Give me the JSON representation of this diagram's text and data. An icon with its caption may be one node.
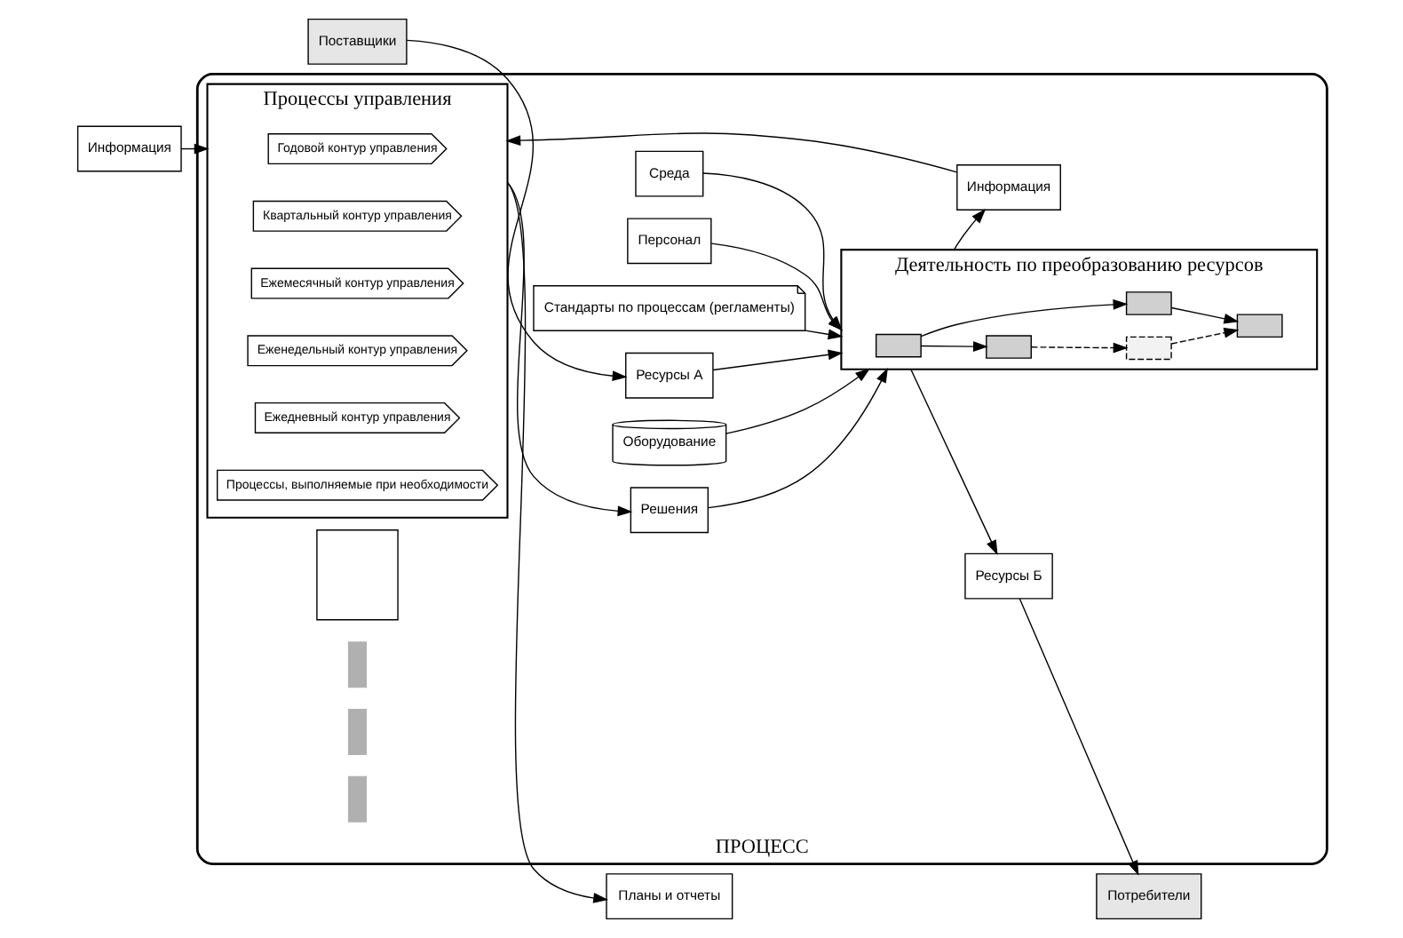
{
  "diagram": {
    "nodes": [
      {
        "text": [
          "ПРОЦЕСС"
        ]
      },
      {
        "text": [
          "Информация"
        ]
      },
      {
        "text": [
          "Процессы управления"
        ],
        "in": 0
      },
      {
        "text": [
          "Годовой контур управления"
        ],
        "in": 2
      },
      {
        "text": [
          "Квартальный контур управления"
        ],
        "in": 2
      },
      {
        "text": [
          "Ежемесячный контур управления"
        ],
        "in": 2
      },
      {
        "text": [
          "Еженедельный контур управления"
        ],
        "in": 2
      },
      {
        "text": [
          "Ежедневный контур управления"
        ],
        "in": 2
      },
      {
        "text": [
          "Процессы, выполняемые при необходимости"
        ],
        "in": 2
      },
      {
        "text": [
          "Планы и отчеты"
        ]
      },
      {
        "text": [
          "Информация"
        ],
        "in": 0
      },
      {
        "text": [
          "Решения"
        ],
        "in": 0
      },
      {
        "text": [
          "Поставщики"
        ]
      },
      {
        "text": [
          "Ресурсы А"
        ],
        "in": 0
      },
      {
        "text": [
          "Деятельность по преобразованию ресурсов"
        ],
        "in": 0
      },
      {
        "text": [],
        "shape": "box",
        "in": 14
      },
      {
        "text": [],
        "shape": "box",
        "in": 14
      },
      {
        "text": [],
        "shape": "box",
        "in": 14
      },
      {
        "text": [],
        "shape": "box",
        "in": 14
      },
      {
        "text": [],
        "shape": "box",
        "in": 14
      },
      {
        "text": [
          "Ресурсы Б"
        ],
        "in": 0
      },
      {
        "text": [
          "Потребители"
        ]
      },
      {
        "text": [],
        "shape": "box",
        "in": 0
      },
      {
        "text": [
          "Стандарты по процессам (регламенты)"
        ],
        "in": 0
      },
      {
        "text": [
          "Оборудование"
        ],
        "in": 0
      },
      {
        "text": [
          "Среда"
        ],
        "in": 0
      },
      {
        "text": [
          "Персонал"
        ],
        "in": 0
      },
      {
        "text": [],
        "shape": "person",
        "in": 0
      },
      {
        "text": [],
        "shape": "person",
        "in": 0
      },
      {
        "text": [],
        "shape": "person",
        "in": 0
      }
    ],
    "edges": [
      {
        "from": 1,
        "to": 2,
        "arrow": "to"
      },
      {
        "from": 2,
        "to": 9,
        "arrow": "to"
      },
      {
        "from": 10,
        "to": 2,
        "arrow": "to"
      },
      {
        "from": 2,
        "to": 11,
        "arrow": "to"
      },
      {
        "from": 14,
        "to": 10,
        "arrow": "to"
      },
      {
        "from": 11,
        "to": 14,
        "arrow": "to"
      },
      {
        "from": 12,
        "to": 13,
        "arrow": "to"
      },
      {
        "from": 13,
        "to": 14,
        "arrow": "to"
      },
      {
        "from": 14,
        "to": 20,
        "arrow": "to"
      },
      {
        "from": 20,
        "to": 21,
        "arrow": "to"
      },
      {
        "from": 15,
        "to": 16,
        "arrow": "to"
      },
      {
        "from": 16,
        "to": 17,
        "arrow": "to",
        "style": "dashed"
      },
      {
        "from": 17,
        "to": 19,
        "arrow": "to",
        "style": "dashed"
      },
      {
        "from": 15,
        "to": 18,
        "arrow": "to"
      },
      {
        "from": 18,
        "to": 19,
        "arrow": "to"
      },
      {
        "from": 23,
        "to": 14,
        "arrow": "to"
      },
      {
        "from": 24,
        "to": 14,
        "arrow": "to"
      },
      {
        "from": 25,
        "to": 14,
        "arrow": "to"
      },
      {
        "from": 26,
        "to": 14,
        "arrow": "to"
      }
    ]
  }
}
